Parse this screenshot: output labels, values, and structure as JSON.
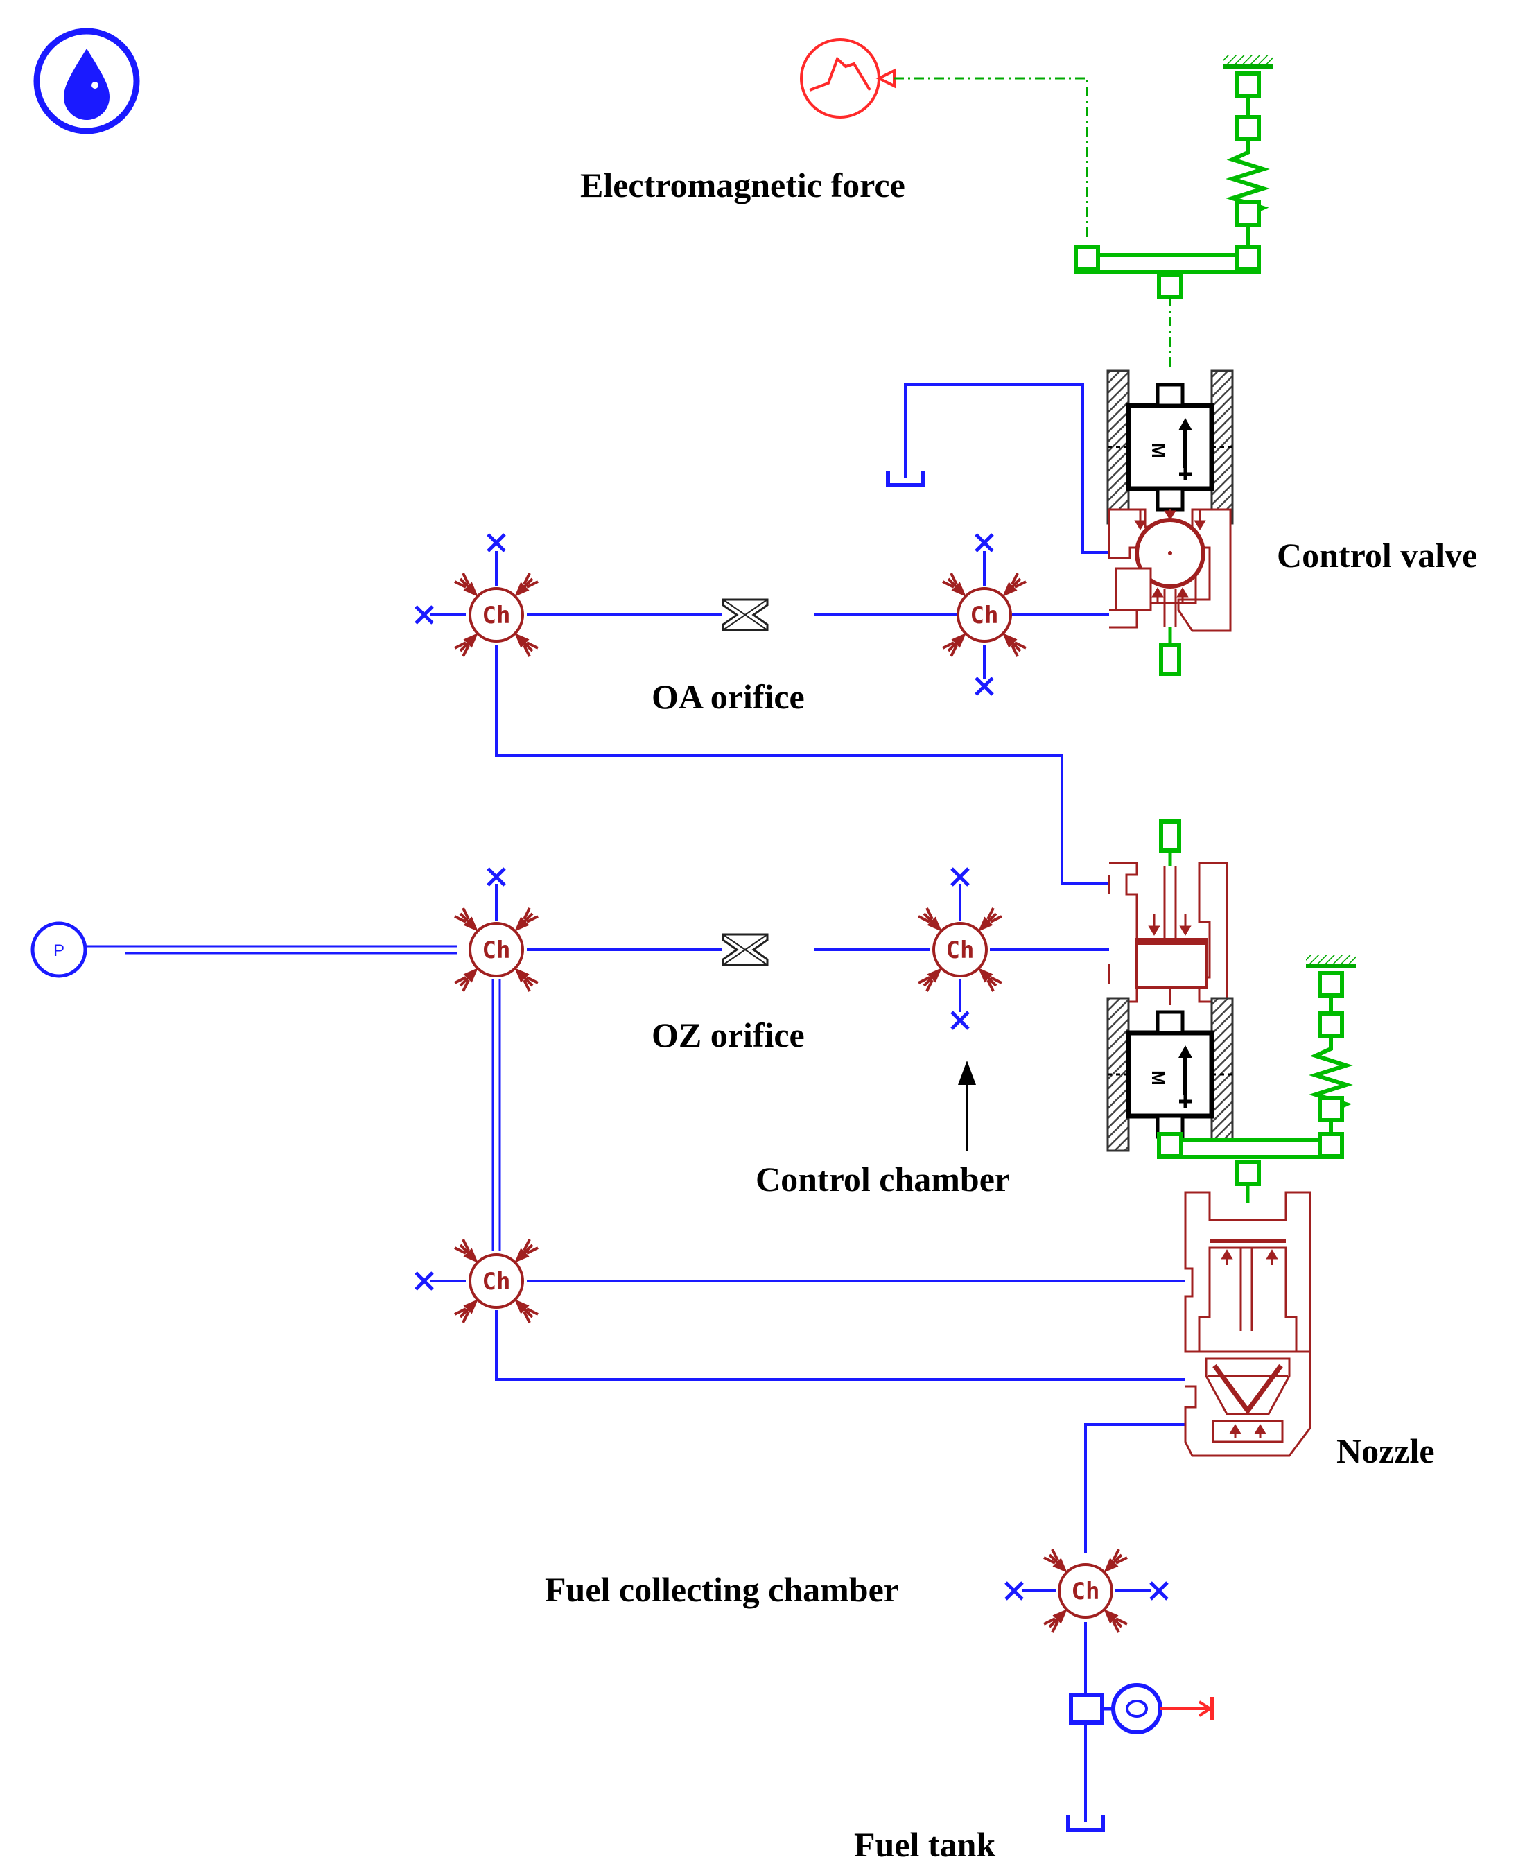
{
  "labels": {
    "electromagnetic_force": "Electromagnetic force",
    "control_valve": "Control valve",
    "oa_orifice": "OA orifice",
    "oz_orifice": "OZ orifice",
    "control_chamber": "Control chamber",
    "nozzle": "Nozzle",
    "fuel_collecting_chamber": "Fuel collecting chamber",
    "fuel_tank": "Fuel tank"
  },
  "symbols": {
    "chamber": "Ch",
    "pressure_source": "P",
    "mass": "M"
  },
  "icons": {
    "library": "hydraulic-drop-icon",
    "signal": "signal-source-icon",
    "spring": "spring-icon",
    "ground": "ground-icon",
    "plug": "plug-icon",
    "pump": "pump-icon",
    "tank": "tank-icon",
    "orifice": "orifice-icon"
  },
  "colors": {
    "hydraulic_line": "#1a1aff",
    "chamber": "#a02020",
    "mechanical": "#00bb00",
    "signal": "#ff2a2a",
    "housing_hatch": "#444444",
    "text": "#000000"
  }
}
